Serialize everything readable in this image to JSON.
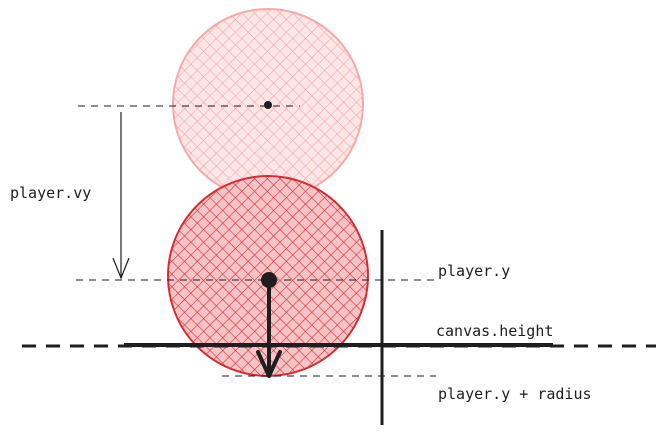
{
  "labels": {
    "vy": "player.vy",
    "y": "player.y",
    "canvas_height": "canvas.height",
    "y_plus_radius": "player.y + radius"
  },
  "colors": {
    "ghost_ball": "#f6a9a9",
    "ghost_fill": "#fbd0d0",
    "ball": "#d22f35",
    "ball_fill": "#f1a3a6",
    "ink": "#1e1e1e"
  }
}
